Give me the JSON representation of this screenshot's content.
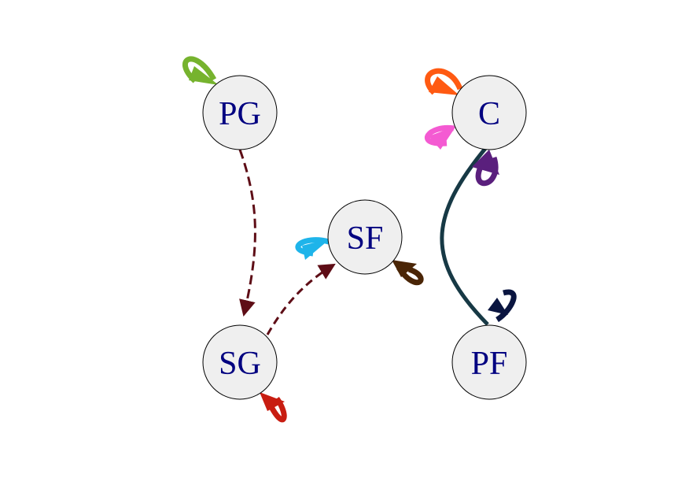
{
  "diagram": {
    "nodes": [
      {
        "id": "PG",
        "label": "PG"
      },
      {
        "id": "C",
        "label": "C"
      },
      {
        "id": "SF",
        "label": "SF"
      },
      {
        "id": "SG",
        "label": "SG"
      },
      {
        "id": "PF",
        "label": "PF"
      }
    ],
    "edges": [
      {
        "from": "PG",
        "to": "SG",
        "style": "dashed",
        "color": "#5e0d16"
      },
      {
        "from": "SG",
        "to": "SF",
        "style": "dashed",
        "color": "#5e0d16"
      },
      {
        "from": "PF",
        "to": "C",
        "style": "solid",
        "color": "#173945"
      }
    ],
    "self_loops": [
      {
        "node": "PG",
        "color": "#76b32e"
      },
      {
        "node": "C",
        "color": "#ff5a12"
      },
      {
        "node": "C",
        "color": "#f45ad2"
      },
      {
        "node": "C",
        "color": "#5a1f7d"
      },
      {
        "node": "SF",
        "color": "#1eb4ea"
      },
      {
        "node": "SF",
        "color": "#4a2506"
      },
      {
        "node": "SG",
        "color": "#c81d11"
      },
      {
        "node": "PF",
        "color": "#0a1540"
      }
    ],
    "node_fill": "#efefef",
    "label_color": "#000080"
  }
}
